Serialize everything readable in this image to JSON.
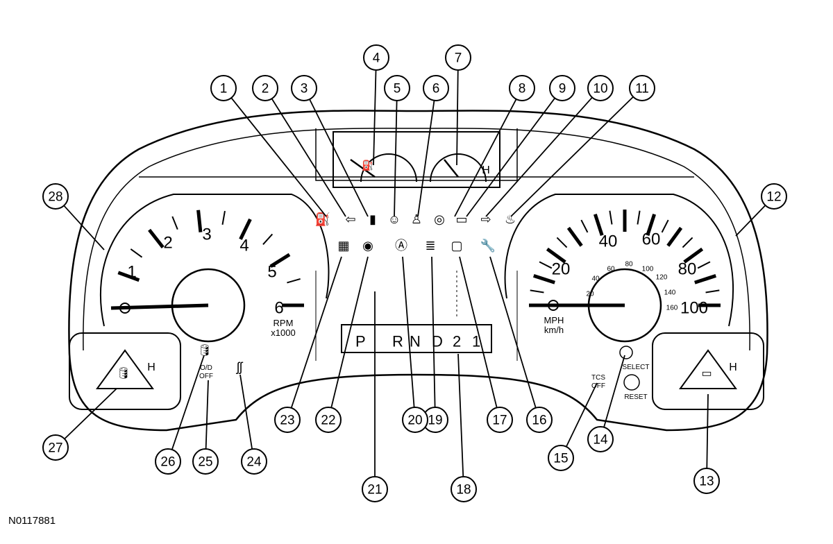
{
  "figure_id": "N0117881",
  "tachometer": {
    "ticks": [
      "1",
      "2",
      "3",
      "4",
      "5",
      "6"
    ],
    "unit_line1": "RPM",
    "unit_line2": "x1000"
  },
  "speedometer": {
    "mph_ticks": [
      "20",
      "40",
      "60",
      "80",
      "100"
    ],
    "kmh_ticks": [
      "20",
      "40",
      "60",
      "80",
      "100",
      "120",
      "140",
      "160"
    ],
    "unit_line1": "MPH",
    "unit_line2": "km/h"
  },
  "fuel_gauge": {
    "hot_or_full": ""
  },
  "temp_gauges": {
    "h_label": "H"
  },
  "prndl": [
    "P",
    "R",
    "N",
    "D",
    "2",
    "1"
  ],
  "buttons": {
    "select": "SELECT",
    "reset": "RESET",
    "od_off_1": "O/D",
    "od_off_2": "OFF",
    "tcs_off_1": "TCS",
    "tcs_off_2": "OFF"
  },
  "callouts": [
    "1",
    "2",
    "3",
    "4",
    "5",
    "6",
    "7",
    "8",
    "9",
    "10",
    "11",
    "12",
    "13",
    "14",
    "15",
    "16",
    "17",
    "18",
    "19",
    "20",
    "21",
    "22",
    "23",
    "24",
    "25",
    "26",
    "27",
    "28"
  ]
}
